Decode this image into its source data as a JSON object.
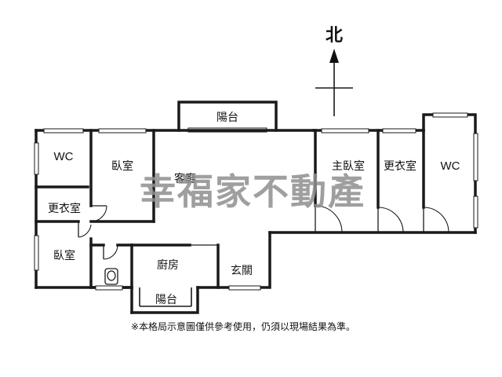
{
  "north": {
    "label": "北"
  },
  "rooms": {
    "balcony_top": "陽台",
    "wc_left": "WC",
    "bedroom_left_upper": "臥室",
    "living_room": "客廳",
    "master_bedroom": "主臥室",
    "closet_right": "更衣室",
    "wc_right": "WC",
    "closet_left": "更衣室",
    "bedroom_left_lower": "臥室",
    "kitchen": "廚房",
    "entrance": "玄關",
    "balcony_bottom": "陽台"
  },
  "watermark": "幸福家不動產",
  "disclaimer": "※本格局示意圖僅供參考使用，仍須以現場結果為準。"
}
